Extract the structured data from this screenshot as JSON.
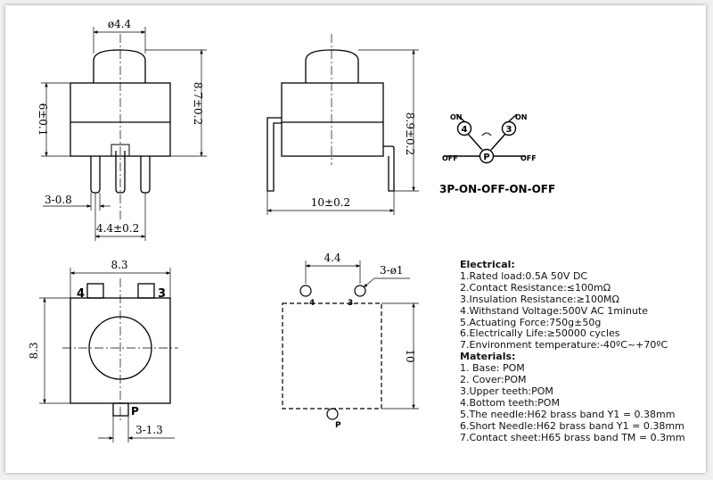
{
  "front_view": {
    "top_width": "ø4.4",
    "body_height": "6±0.1",
    "total_height": "8.7±0.2",
    "pin_count": "3-0.8",
    "pin_pitch": "4.4±0.2"
  },
  "side_view": {
    "total_height": "8.9±0.2",
    "width": "10±0.2"
  },
  "schematic": {
    "on_left": "ON",
    "on_right": "ON",
    "off_left": "OFF",
    "off_right": "OFF",
    "pin_left": "4",
    "pin_right": "3",
    "pin_center": "P",
    "mode": "3P-ON-OFF-ON-OFF"
  },
  "top_view": {
    "width": "8.3",
    "height": "8.3",
    "pin_left": "4",
    "pin_right": "3",
    "pin_bottom": "P",
    "bottom_dim": "3-1.3"
  },
  "footprint": {
    "spacing": "4.4",
    "holes": "3-ø1",
    "height": "10",
    "pin_left": "4",
    "pin_right": "3",
    "pin_bottom": "P"
  },
  "specs": {
    "electrical_title": "Electrical:",
    "electrical": [
      "1.Rated load:0.5A 50V DC",
      "2.Contact Resistance:≤100mΩ",
      "3.Insulation Resistance:≥100MΩ",
      "4.Withstand Voltage:500V AC 1minute",
      "5.Actuating Force:750g±50g",
      "6.Electrically Life:≥50000 cycles",
      "7.Environment temperature:-40ºC~+70ºC"
    ],
    "materials_title": "Materials:",
    "materials": [
      "1. Base: POM",
      "2. Cover:POM",
      "3.Upper teeth:POM",
      "4.Bottom teeth:POM",
      "5.The needle:H62 brass band Y1 = 0.38mm",
      "6.Short Needle:H62 brass band Y1 = 0.38mm",
      "7.Contact sheet:H65 brass band TM = 0.3mm"
    ]
  }
}
